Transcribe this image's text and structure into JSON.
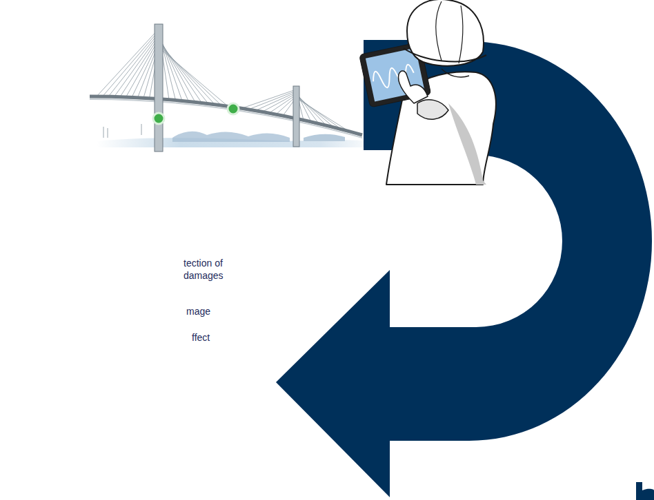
{
  "diagram": {
    "labels": [
      "tection of damages",
      "mage",
      "ffect"
    ]
  }
}
